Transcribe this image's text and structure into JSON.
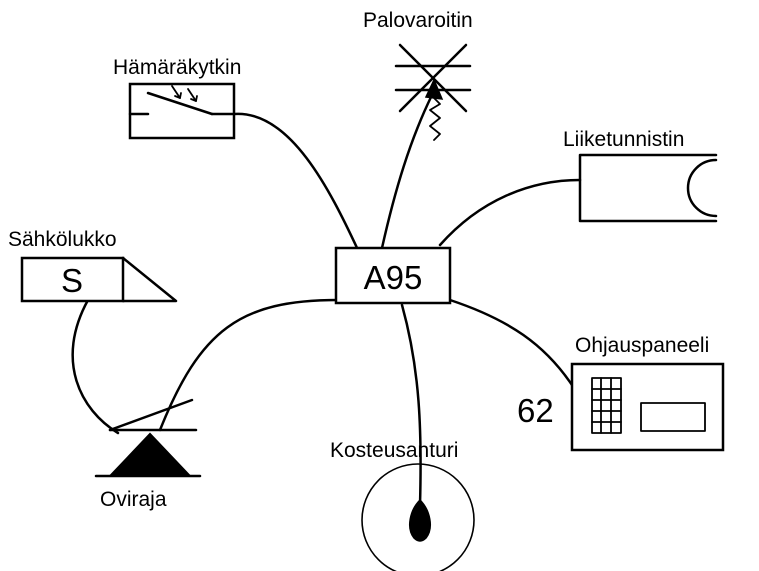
{
  "labels": {
    "central_unit": "A95",
    "dusk_switch": "Hämäräkytkin",
    "smoke_detector": "Palovaroitin",
    "motion_sensor": "Liiketunnistin",
    "electric_lock": "Sähkölukko",
    "electric_lock_symbol": "S",
    "control_panel": "Ohjauspaneeli",
    "control_panel_number": "62",
    "humidity_sensor": "Kosteusanturi",
    "door_limit": "Oviraja"
  }
}
